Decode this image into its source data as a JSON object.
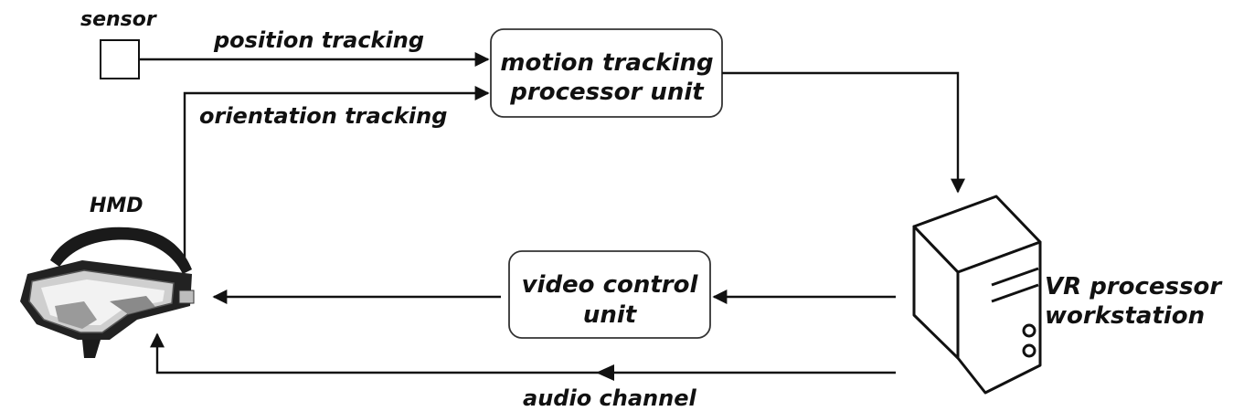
{
  "labels": {
    "sensor": "sensor",
    "hmd": "HMD",
    "position_tracking": "position tracking",
    "orientation_tracking": "orientation tracking",
    "motion_unit_line1": "motion tracking",
    "motion_unit_line2": "processor unit",
    "video_unit_line1": "video control",
    "video_unit_line2": "unit",
    "vr_line1": "VR processor",
    "vr_line2": "workstation",
    "audio_channel": "audio channel"
  },
  "icons": {
    "sensor": "square-sensor-icon",
    "hmd": "head-mounted-display-icon",
    "workstation": "computer-tower-icon"
  },
  "colors": {
    "line": "#111111",
    "box_border": "#333333",
    "background": "#ffffff"
  }
}
